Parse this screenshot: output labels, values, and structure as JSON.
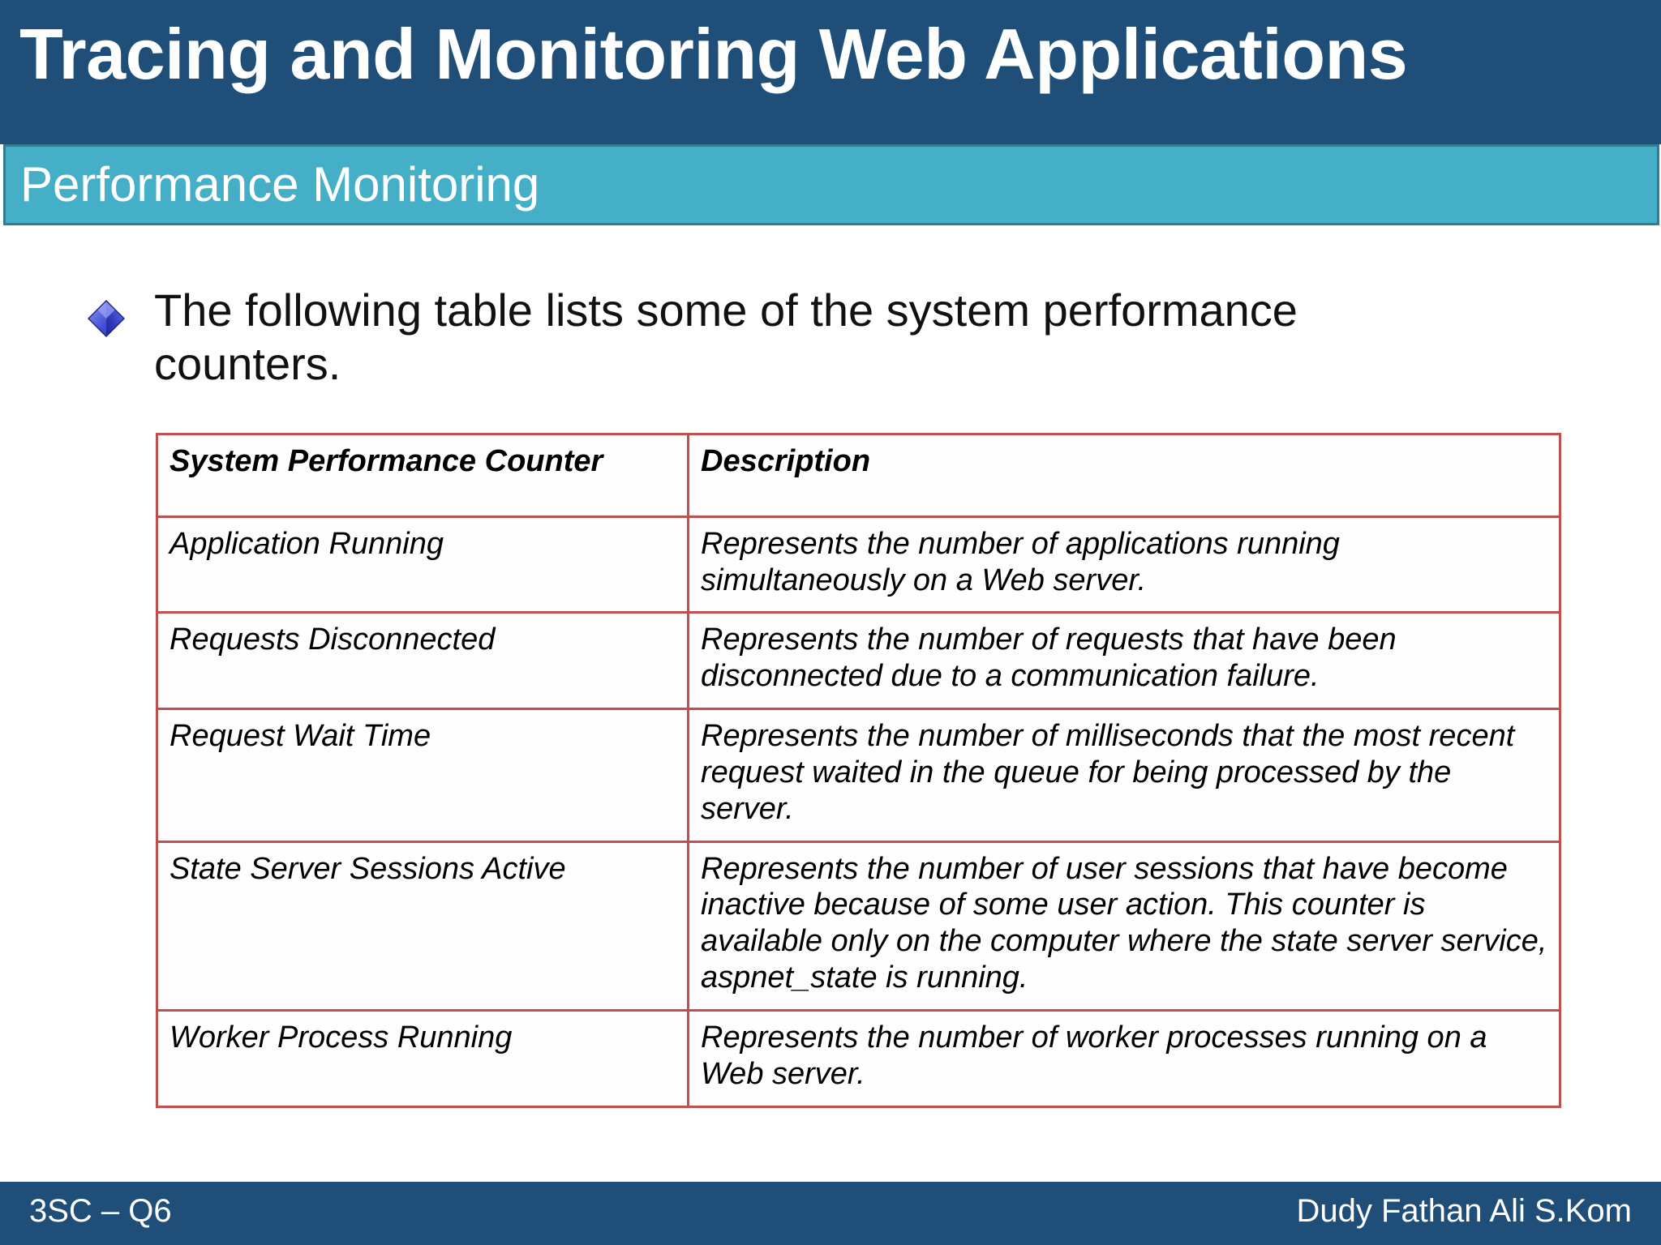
{
  "slide": {
    "title": "Tracing and Monitoring Web Applications",
    "subtitle": "Performance Monitoring",
    "colors": {
      "title_bar": "#1F4E79",
      "subtitle_bar": "#45AFC8",
      "subtitle_border": "#2E7D91",
      "table_border": "#C0504D",
      "bullet": "#3A46C8",
      "footer_bar": "#1F4E79",
      "text": "#000000"
    }
  },
  "body": {
    "bullet_icon": "blue-diamond-bullet",
    "bullet_text": "The following table lists some of the system performance counters."
  },
  "table": {
    "headers": [
      "System Performance Counter",
      "Description"
    ],
    "rows": [
      {
        "counter": "Application Running",
        "description": "Represents the number of applications running simultaneously on a Web server."
      },
      {
        "counter": "Requests Disconnected",
        "description": "Represents the number of requests that have been disconnected due to a communication failure."
      },
      {
        "counter": "Request Wait Time",
        "description": "Represents the number of milliseconds that the most recent request waited in the queue for being processed by the server."
      },
      {
        "counter": "State Server Sessions Active",
        "description": "Represents the number of user sessions that have become inactive because of some user action. This counter is available only on the computer where the state server service, aspnet_state is running."
      },
      {
        "counter": "Worker Process Running",
        "description": "Represents the number of worker processes running on a Web server."
      }
    ]
  },
  "footer": {
    "left": "3SC – Q6",
    "right": "Dudy Fathan Ali S.Kom"
  }
}
